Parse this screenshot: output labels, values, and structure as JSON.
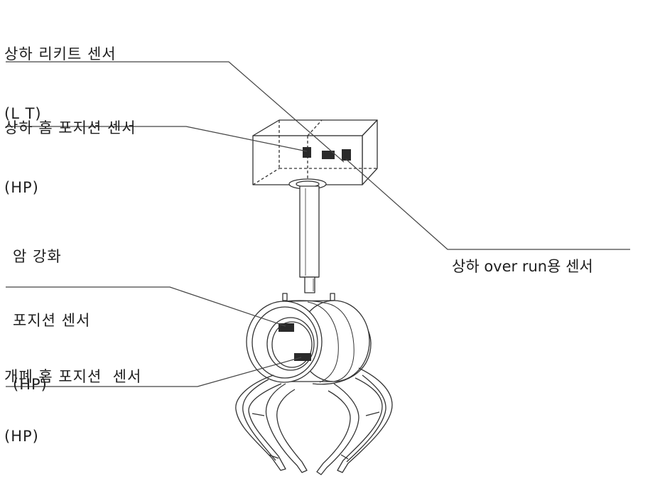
{
  "labels": {
    "vertical_limit_sensor": {
      "line1": "상하 리키트 센서",
      "line2": "(L T)"
    },
    "vertical_home_sensor": {
      "line1": "상하 홈 포지션 센서",
      "line2": "(HP)"
    },
    "arm_reinforce_sensor": {
      "line1": "암 강화",
      "line2": "포지션 센서",
      "line3": "(HP)"
    },
    "open_close_home_sensor": {
      "line1": "개폐 홈 포지션  센서",
      "line2": "(HP)"
    },
    "vertical_overrun_sensor": {
      "line1": "상하 over run용 센서"
    }
  },
  "colors": {
    "line": "#333333",
    "sensor": "#2a2a2a",
    "background": "#ffffff"
  }
}
